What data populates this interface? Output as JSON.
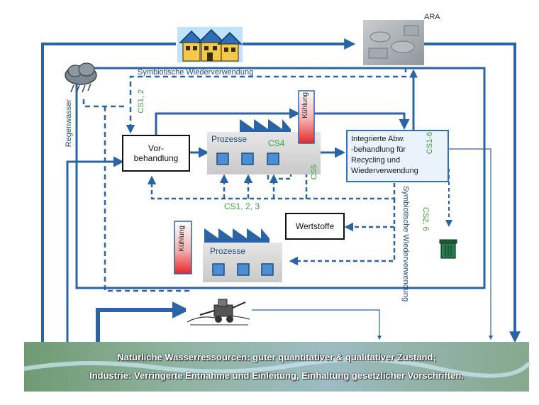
{
  "labels": {
    "ara": "ARA",
    "symbiotic_top": "Symbiotische Wiederverwendung",
    "regenwasser": "Regenwasser",
    "cs12": "CS1, 2",
    "vorbehandlung": "Vor-\nbehandlung",
    "prozesse_top": "Prozesse",
    "cs4": "CS4",
    "kuhlung": "Kühlung",
    "cs5": "CS5",
    "integrierte": "Integrierte Abw.\n-behandlung für\nRecycling und\nWiederverwendung",
    "cs16": "CS1-6",
    "cs123": "CS1, 2, 3",
    "symbiotic_right": "Symbiotische Wiederverwendung",
    "cs26": "CS2, 6",
    "wertstoffe": "Wertstoffe",
    "prozesse_bottom": "Prozesse",
    "kuhlung_bottom": "Kühlung"
  },
  "banner": {
    "line1": "Natürliche Wasserressourcen: guter quantitativer & qualitativer Zustand;",
    "line2": "Industrie: Verringerte Entnahme und Einleitung,  Einhaltung gesetzlicher Vorschriften."
  },
  "colors": {
    "flow_blue": "#2a64a6",
    "label_blue": "#1f4e79",
    "cs_green": "#3aa33a",
    "cooling_red": "#e8262a",
    "banner_green": "#7aa07a"
  }
}
